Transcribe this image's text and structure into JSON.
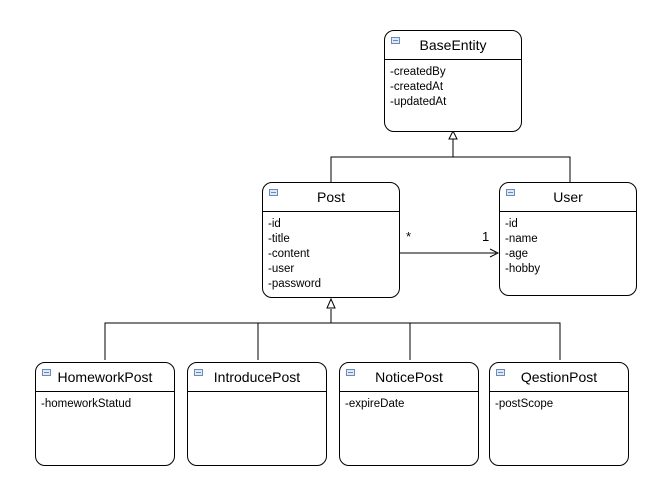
{
  "classes": {
    "base_entity": {
      "name": "BaseEntity",
      "attributes": [
        "-createdBy",
        "-createdAt",
        "-updatedAt"
      ],
      "icon": "class-icon"
    },
    "post": {
      "name": "Post",
      "attributes": [
        "-id",
        "-title",
        "-content",
        "-user",
        "-password"
      ],
      "icon": "class-icon"
    },
    "user": {
      "name": "User",
      "attributes": [
        "-id",
        "-name",
        "-age",
        "-hobby"
      ],
      "icon": "class-icon"
    },
    "homework_post": {
      "name": "HomeworkPost",
      "attributes": [
        "-homeworkStatud"
      ],
      "icon": "class-icon"
    },
    "introduce_post": {
      "name": "IntroducePost",
      "attributes": [],
      "icon": "class-icon"
    },
    "notice_post": {
      "name": "NoticePost",
      "attributes": [
        "-expireDate"
      ],
      "icon": "class-icon"
    },
    "qestion_post": {
      "name": "QestionPost",
      "attributes": [
        "-postScope"
      ],
      "icon": "class-icon"
    }
  },
  "association": {
    "source_multiplicity": "*",
    "target_multiplicity": "1"
  },
  "relations": [
    {
      "type": "inheritance",
      "from": "Post",
      "to": "BaseEntity"
    },
    {
      "type": "inheritance",
      "from": "User",
      "to": "BaseEntity"
    },
    {
      "type": "inheritance",
      "from": "HomeworkPost",
      "to": "Post"
    },
    {
      "type": "inheritance",
      "from": "IntroducePost",
      "to": "Post"
    },
    {
      "type": "inheritance",
      "from": "NoticePost",
      "to": "Post"
    },
    {
      "type": "inheritance",
      "from": "QestionPost",
      "to": "Post"
    },
    {
      "type": "association",
      "from": "Post",
      "to": "User"
    }
  ]
}
